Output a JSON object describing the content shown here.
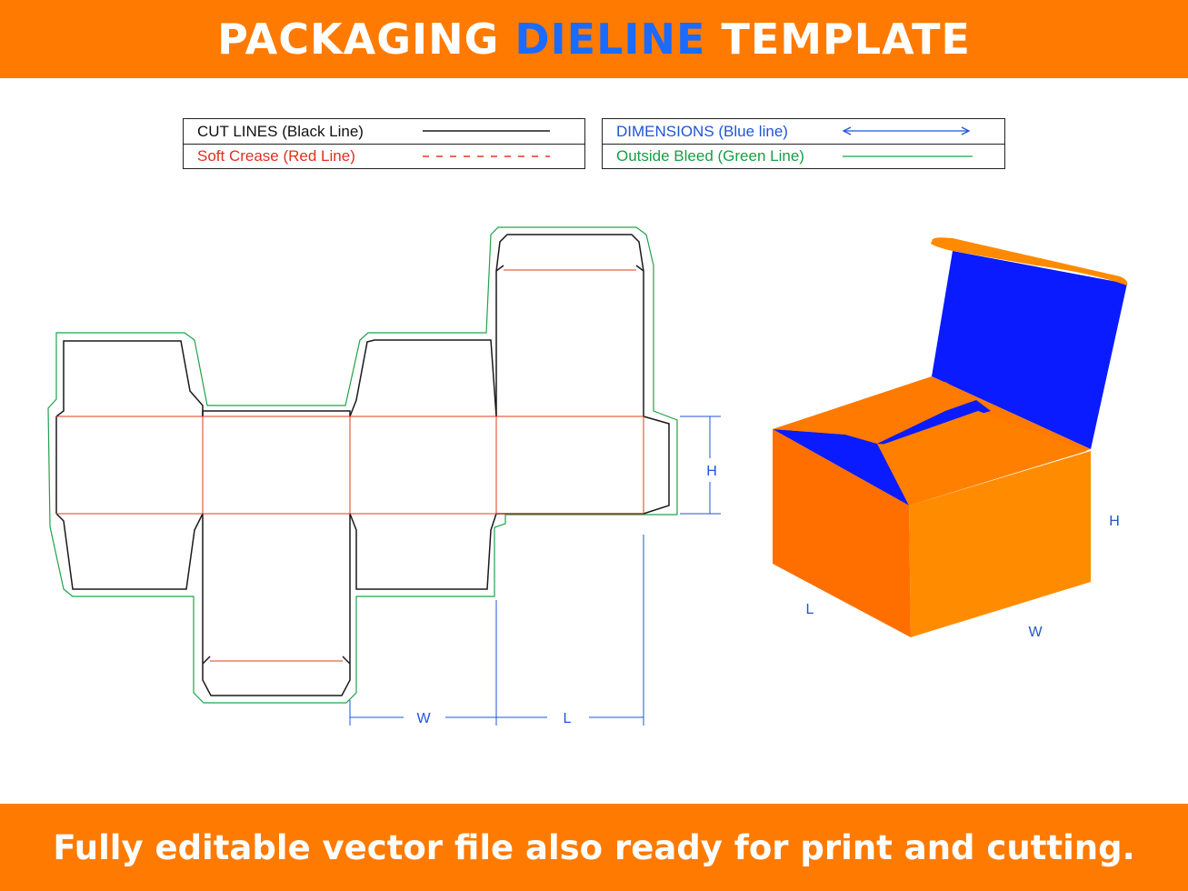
{
  "header": {
    "title_part1": "PACKAGING",
    "title_part2": "DIELINE",
    "title_part3": "TEMPLATE"
  },
  "legend": {
    "cut_lines": "CUT LINES (Black Line)",
    "soft_crease": "Soft Crease (Red Line)",
    "dimensions": "DIMENSIONS (Blue line)",
    "outside_bleed": "Outside Bleed (Green Line)"
  },
  "dieline": {
    "label_h": "H",
    "label_w": "W",
    "label_l": "L"
  },
  "box3d": {
    "label_h": "H",
    "label_l": "L",
    "label_w": "W"
  },
  "footer": {
    "caption": "Fully editable vector file also ready for print and cutting."
  },
  "colors": {
    "orange": "#ff7a00",
    "blue_accent": "#1b6bff",
    "cut": "#1a1a1a",
    "crease": "#e53a1e",
    "dimension": "#1f55d6",
    "bleed": "#1ea34a",
    "box_blue": "#0a1bff",
    "box_orange_dark": "#ff6f00",
    "box_orange_light": "#ff8c00"
  }
}
